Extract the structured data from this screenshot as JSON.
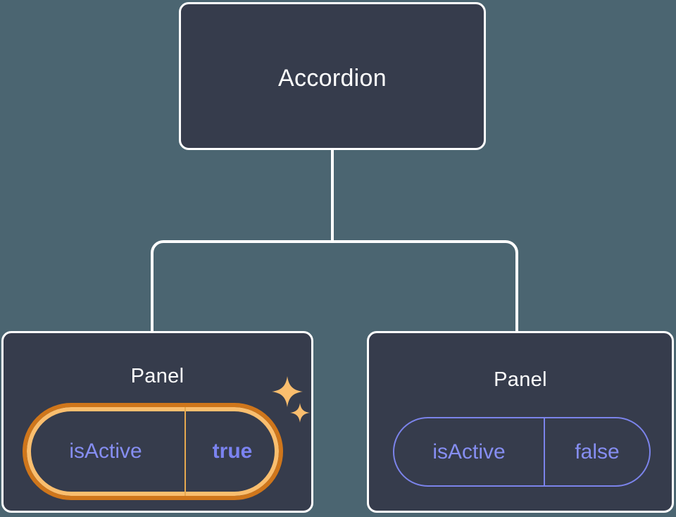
{
  "canvas": {
    "background_color": "#4b6571",
    "node_fill_color": "#363c4c",
    "node_border_color": "#ffffff",
    "connector_color": "#ffffff",
    "highlight_outer_color": "#cf761b",
    "highlight_inner_color": "#fabe6e",
    "prop_accent_color": "#868ef2"
  },
  "tree": {
    "root": {
      "title": "Accordion"
    },
    "children": [
      {
        "title": "Panel",
        "highlighted": true,
        "prop": {
          "name": "isActive",
          "value": "true"
        },
        "decorations": [
          "sparkle-large-icon",
          "sparkle-small-icon"
        ]
      },
      {
        "title": "Panel",
        "highlighted": false,
        "prop": {
          "name": "isActive",
          "value": "false"
        },
        "decorations": []
      }
    ]
  }
}
